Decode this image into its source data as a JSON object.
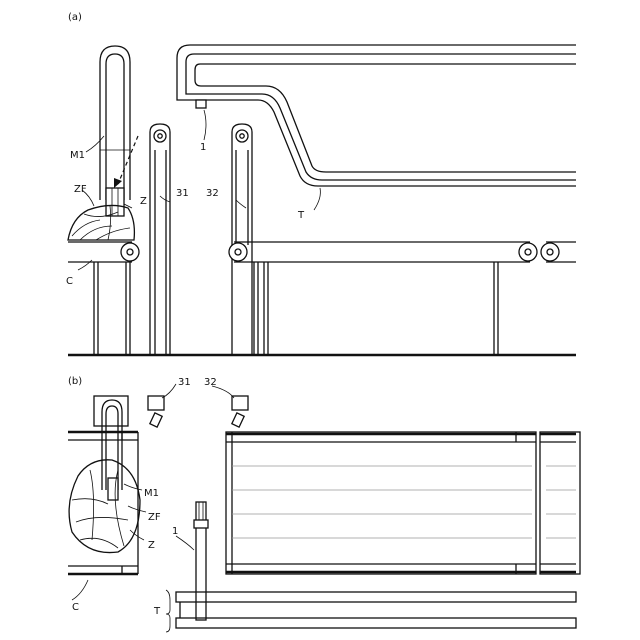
{
  "panels": {
    "a": {
      "label": "(a)"
    },
    "b": {
      "label": "(b)"
    }
  },
  "labels": {
    "M1": "M1",
    "ZF": "ZF",
    "Z": "Z",
    "C": "C",
    "n31": "31",
    "n32": "32",
    "n1": "1",
    "T": "T"
  }
}
